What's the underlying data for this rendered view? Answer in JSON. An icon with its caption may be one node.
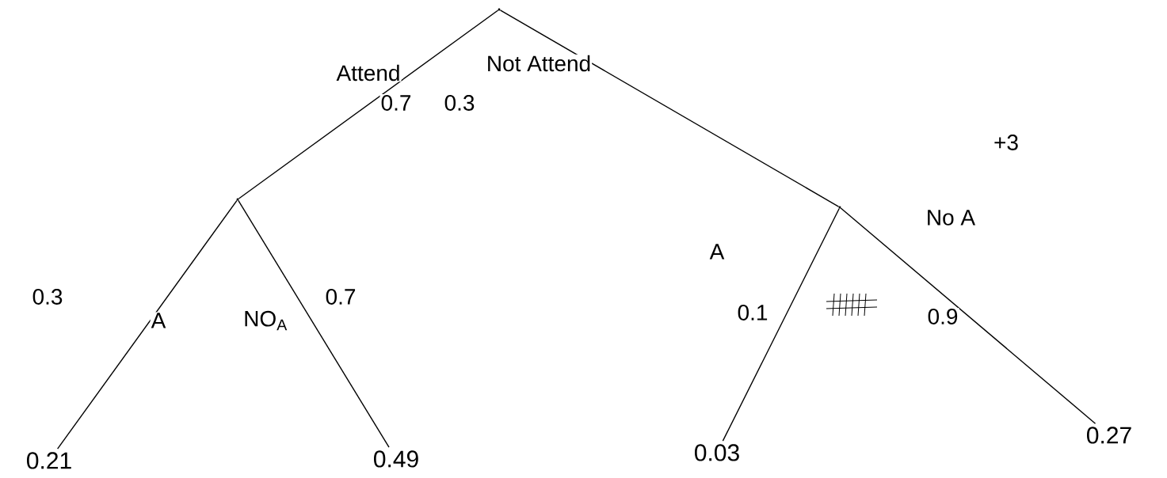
{
  "diagram": {
    "nodes": [
      {
        "text": [],
        "shape": "point"
      },
      {
        "text": [],
        "shape": "point"
      },
      {
        "text": [],
        "shape": "point"
      },
      {
        "text": [
          "0.21"
        ]
      },
      {
        "text": [
          "0.49"
        ]
      },
      {
        "text": [
          "0.03"
        ]
      },
      {
        "text": [
          "0.27"
        ]
      }
    ],
    "edges": [
      {
        "from": 0,
        "to": 1,
        "arrow": "none",
        "label": "Attend"
      },
      {
        "from": 0,
        "to": 2,
        "arrow": "none",
        "label": "Not Attend"
      },
      {
        "from": 1,
        "to": 3,
        "arrow": "none",
        "label": "A"
      },
      {
        "from": 1,
        "to": 4,
        "arrow": "none",
        "label": "NO$_{A}$"
      },
      {
        "from": 2,
        "to": 5,
        "arrow": "none",
        "label": "A"
      },
      {
        "from": 2,
        "to": 6,
        "arrow": "none",
        "label": "No A"
      }
    ],
    "labels": [
      "0.7",
      "0.3",
      "+3",
      "0.3",
      "0.7",
      "0.1",
      "0.9"
    ]
  }
}
